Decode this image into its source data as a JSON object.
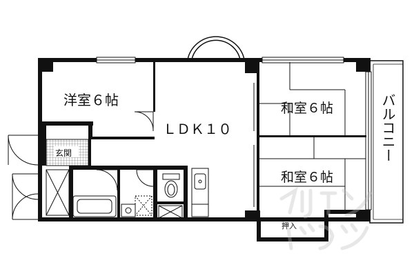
{
  "rooms": {
    "western": "洋室６帖",
    "ldk": "ＬＤＫ１０",
    "japanese_upper": "和室６帖",
    "japanese_lower": "和室６帖",
    "entrance": "玄関",
    "closet": "押入",
    "balcony": "バルコニー"
  },
  "colors": {
    "wall": "#111111",
    "background": "#ffffff",
    "watermark": "#bdbdbd"
  },
  "watermark_icon": "realtor-logo-icon"
}
